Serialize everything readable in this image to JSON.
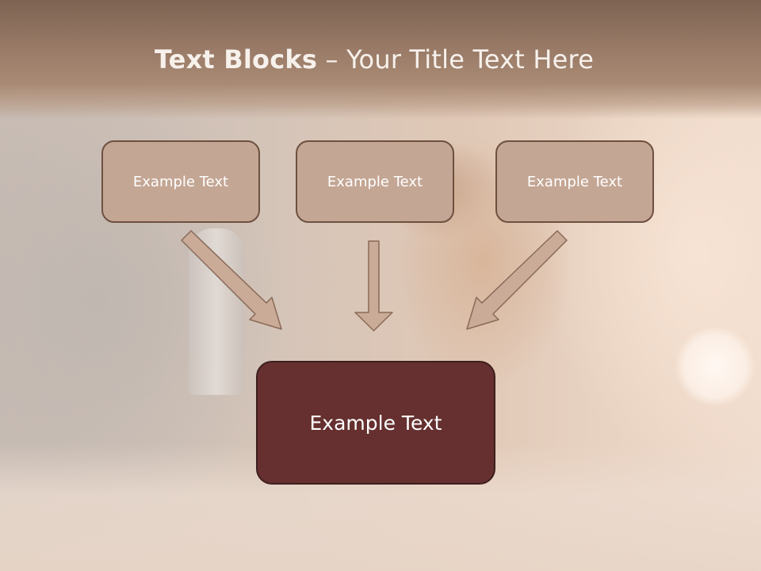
{
  "title": {
    "bold": "Text Blocks",
    "separator": " – ",
    "rest": "Your Title Text Here"
  },
  "boxes": {
    "left": "Example Text",
    "middle": "Example Text",
    "right": "Example Text",
    "bottom": "Example Text"
  },
  "colors": {
    "header_band": "#957764",
    "small_box_fill": "#c4a694",
    "small_box_border": "#6e5040",
    "bottom_box_fill": "#65302f",
    "arrow_fill": "#c9ab98",
    "arrow_stroke": "#8a6a58"
  }
}
